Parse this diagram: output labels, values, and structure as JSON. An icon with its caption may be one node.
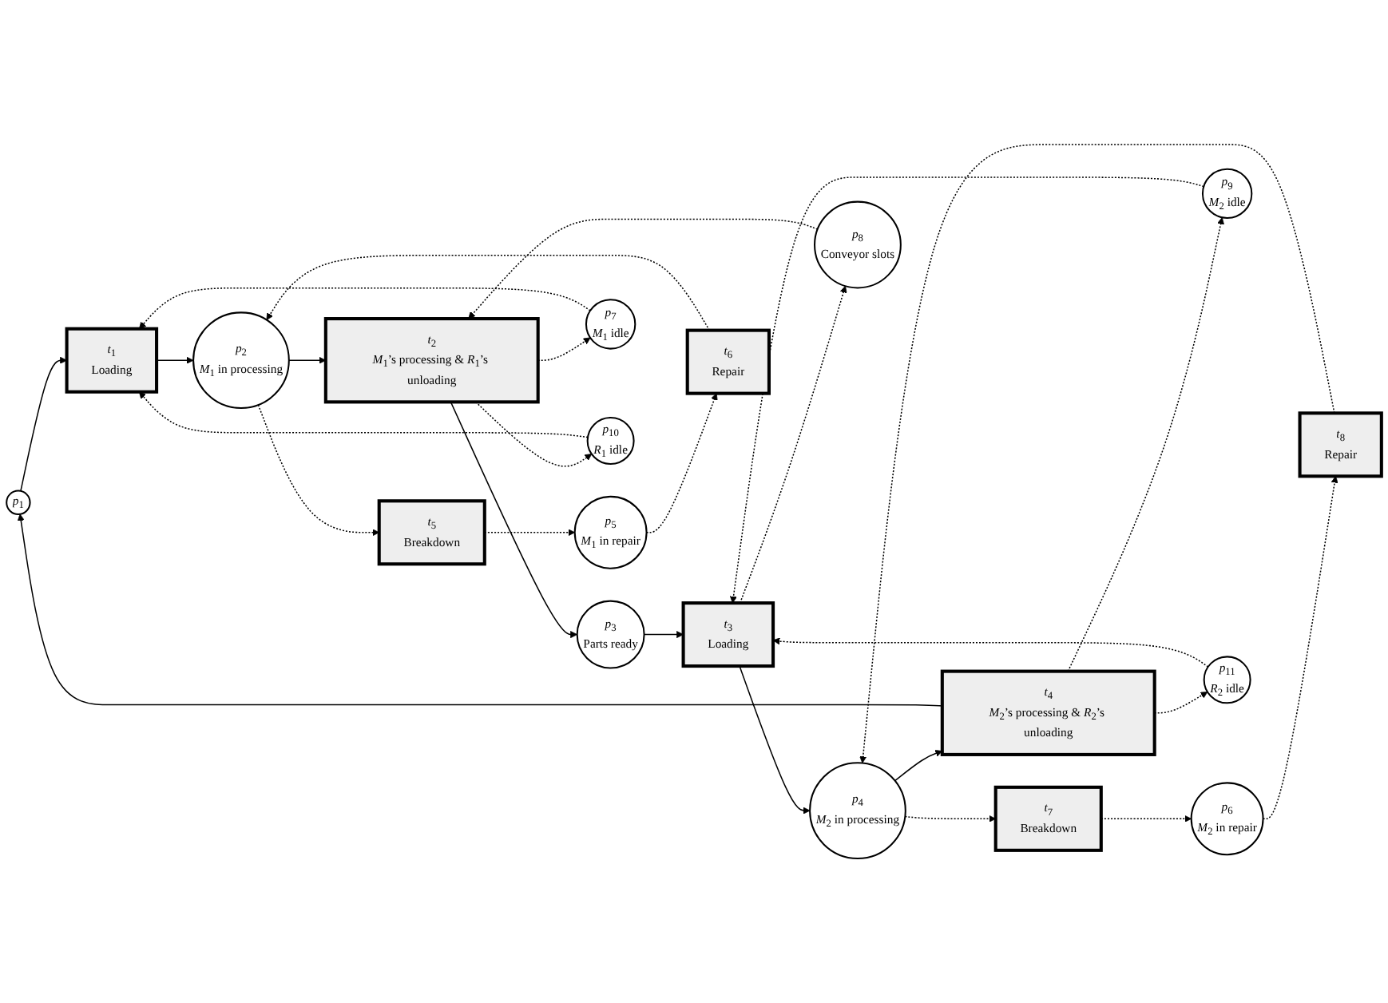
{
  "diagram": {
    "nodes": [
      {
        "text": [
          "*p*$_{1}$"
        ]
      },
      {
        "text": [
          "*p*$_{2}$",
          "*M*$_{1}$ in processing"
        ]
      },
      {
        "text": [
          "*p*$_{3}$",
          "Parts ready"
        ]
      },
      {
        "text": [
          "*p*$_{4}$",
          "*M*$_{2}$ in processing"
        ]
      },
      {
        "text": [
          "*p*$_{5}$",
          "*M*$_{1}$ in repair"
        ]
      },
      {
        "text": [
          "*p*$_{6}$",
          "*M*$_{2}$ in repair"
        ]
      },
      {
        "text": [
          "*p*$_{7}$",
          "*M*$_{1}$ idle"
        ]
      },
      {
        "text": [
          "*p*$_{8}$",
          "Conveyor slots"
        ]
      },
      {
        "text": [
          "*p*$_{9}$",
          "*M*$_{2}$ idle"
        ]
      },
      {
        "text": [
          "*p*$_{10}$",
          "*R*$_{1}$ idle"
        ]
      },
      {
        "text": [
          "*p*$_{11}$",
          "*R*$_{2}$ idle"
        ]
      },
      {
        "text": [
          "*t*$_{1}$",
          "Loading"
        ]
      },
      {
        "text": [
          "*t*$_{2}$",
          "*M*$_{1}$’s processing & *R*$_{1}$’s unloading"
        ]
      },
      {
        "text": [
          "*t*$_{3}$",
          "Loading"
        ]
      },
      {
        "text": [
          "*t*$_{4}$",
          "*M*$_{2}$’s processing & *R*$_{2}$’s unloading"
        ]
      },
      {
        "text": [
          "*t*$_{5}$",
          "Breakdown"
        ]
      },
      {
        "text": [
          "*t*$_{6}$",
          "Repair"
        ]
      },
      {
        "text": [
          "*t*$_{7}$",
          "Breakdown"
        ]
      },
      {
        "text": [
          "*t*$_{8}$",
          "Repair"
        ]
      }
    ],
    "edges": [
      {
        "from": 0,
        "to": 11,
        "arrow": "to"
      },
      {
        "from": 11,
        "to": 1,
        "arrow": "to"
      },
      {
        "from": 1,
        "to": 12,
        "arrow": "to"
      },
      {
        "from": 12,
        "to": 2,
        "arrow": "to"
      },
      {
        "from": 2,
        "to": 13,
        "arrow": "to"
      },
      {
        "from": 13,
        "to": 3,
        "arrow": "to"
      },
      {
        "from": 3,
        "to": 14,
        "arrow": "to"
      },
      {
        "from": 14,
        "to": 0,
        "arrow": "to"
      },
      {
        "from": 9,
        "to": 11,
        "arrow": "to",
        "style": "dashed"
      },
      {
        "from": 6,
        "to": 11,
        "arrow": "to",
        "style": "dashed"
      },
      {
        "from": 12,
        "to": 6,
        "arrow": "to",
        "style": "dashed"
      },
      {
        "from": 12,
        "to": 9,
        "arrow": "to",
        "style": "dashed"
      },
      {
        "from": 7,
        "to": 12,
        "arrow": "to",
        "style": "dashed"
      },
      {
        "from": 13,
        "to": 7,
        "arrow": "to",
        "style": "dashed"
      },
      {
        "from": 10,
        "to": 13,
        "arrow": "to",
        "style": "dashed"
      },
      {
        "from": 8,
        "to": 13,
        "arrow": "to",
        "style": "dashed"
      },
      {
        "from": 14,
        "to": 8,
        "arrow": "to",
        "style": "dashed"
      },
      {
        "from": 14,
        "to": 10,
        "arrow": "to",
        "style": "dashed"
      },
      {
        "from": 1,
        "to": 15,
        "arrow": "to",
        "style": "dashed"
      },
      {
        "from": 15,
        "to": 4,
        "arrow": "to",
        "style": "dashed"
      },
      {
        "from": 4,
        "to": 16,
        "arrow": "to",
        "style": "dashed"
      },
      {
        "from": 16,
        "to": 1,
        "arrow": "to",
        "style": "dashed"
      },
      {
        "from": 3,
        "to": 17,
        "arrow": "to",
        "style": "dashed"
      },
      {
        "from": 17,
        "to": 5,
        "arrow": "to",
        "style": "dashed"
      },
      {
        "from": 5,
        "to": 18,
        "arrow": "to",
        "style": "dashed"
      },
      {
        "from": 18,
        "to": 3,
        "arrow": "to",
        "style": "dashed"
      }
    ]
  }
}
